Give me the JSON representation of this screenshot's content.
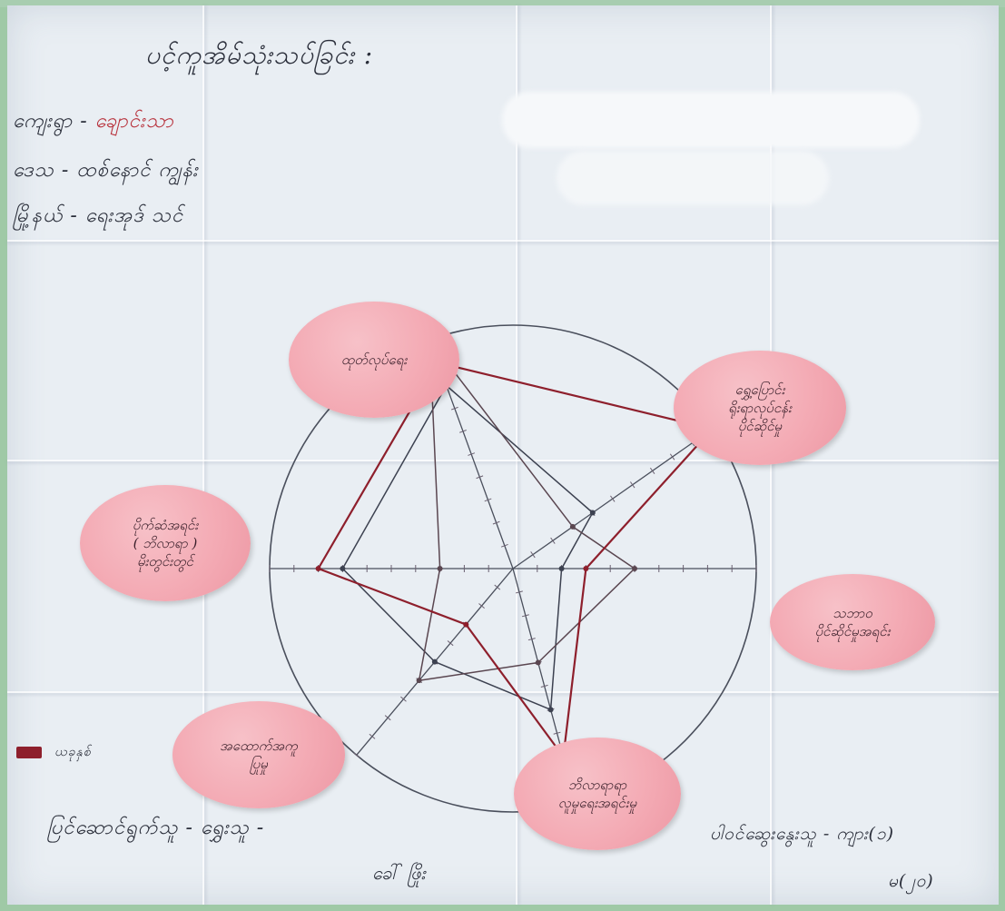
{
  "heading": "ပင့်ကူအိမ်သုံးသပ်ခြင်း :",
  "info": {
    "village_label": "ကျေးရွာ -",
    "village_value": "ချောင်းသာ",
    "township_label": "ဒေသ -",
    "township_value": "ထစ်နောင် ကျွန်း",
    "district_label": "မြို့နယ် -",
    "district_value": "ရေးအုဒ် သင်"
  },
  "categories": [
    {
      "label": "ထုတ်လုပ်ရေး"
    },
    {
      "label": "ရွှေ့ပြောင်း\nရိုးရာလုပ်ငန်း\nပိုင်ဆိုင်မှု"
    },
    {
      "label": "သဘာဝ\nပိုင်ဆိုင်မှုအရင်း"
    },
    {
      "label": "ဘိလာရာရာ\nလူမှုရေးအရင်းမှု"
    },
    {
      "label": "အထောက်အကူ\nပြုမှု"
    },
    {
      "label": "ပိုက်ဆံအရင်း\n( ဘိလာရာ )\nမိုးတွင်းတွင်"
    }
  ],
  "legend": {
    "label": "ယခုနှစ်",
    "color": "#8e1f2c"
  },
  "footer": {
    "left_line1": "ပြင်ဆောင်ရွက်သူ - ရွှေးသူ -",
    "left_line2": "ခေါ် ဖြိုး",
    "right_line1": "ပါဝင်ဆွေးနွေးသူ - ကျား(၁)",
    "right_line2": "မ(၂၀)"
  },
  "colors": {
    "paper": "#e9eef3",
    "note": "#f3a8b2",
    "ink": "#2a2e3a",
    "series_red": "#8e1f2c"
  },
  "chart_data": {
    "type": "radar",
    "axes": 6,
    "scale_max": 10,
    "series": [
      {
        "values": [
          8,
          4,
          2,
          6,
          5,
          7
        ]
      },
      {
        "values": [
          10,
          3,
          5,
          4,
          6,
          3
        ]
      },
      {
        "values": [
          9,
          10,
          3,
          8,
          3,
          8
        ]
      }
    ]
  }
}
